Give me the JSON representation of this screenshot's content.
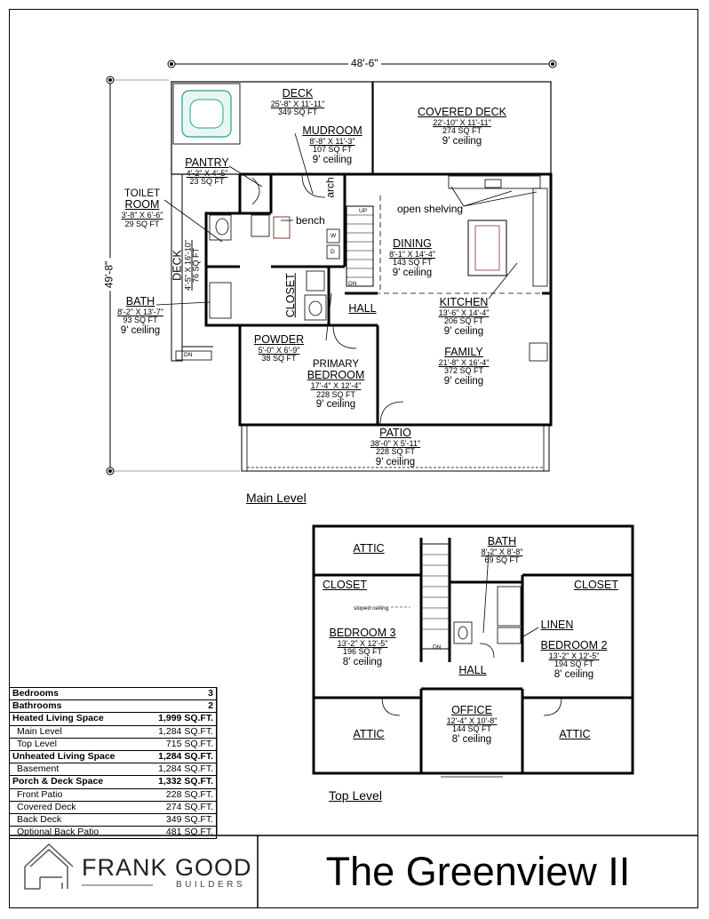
{
  "overall": {
    "width_dim": "48'-6\"",
    "depth_dim": "49'-8\""
  },
  "levels": {
    "main": "Main Level",
    "top": "Top Level"
  },
  "main_rooms": {
    "deck": {
      "name": "DECK",
      "dims": "25'-8\" X 11'-11\"",
      "area": "349 SQ FT"
    },
    "covered_deck": {
      "name": "COVERED DECK",
      "dims": "22'-10\" X 11'-11\"",
      "area": "274 SQ FT",
      "ceiling": "9' ceiling"
    },
    "mudroom": {
      "name": "MUDROOM",
      "dims": "8'-8\" X 11'-3\"",
      "area": "107 SQ FT",
      "ceiling": "9' ceiling"
    },
    "pantry": {
      "name": "PANTRY",
      "dims": "4'-2\" X 4'-5\"",
      "area": "23 SQ FT"
    },
    "toilet_room": {
      "name1": "TOILET",
      "name2": "ROOM",
      "dims": "3'-8\" X 6'-6\"",
      "area": "29 SQ FT"
    },
    "side_deck": {
      "name": "DECK",
      "dims": "4'-5\" X 16'-10\"",
      "area": "76 SQ FT"
    },
    "bath": {
      "name": "BATH",
      "dims": "8'-2\" X 13'-7\"",
      "area": "93 SQ FT",
      "ceiling": "9' ceiling"
    },
    "closet": {
      "name": "CLOSET"
    },
    "powder": {
      "name": "POWDER",
      "dims": "5'-0\" X 6'-9\"",
      "area": "38 SQ FT"
    },
    "primary_bedroom": {
      "name1": "PRIMARY",
      "name2": "BEDROOM",
      "dims": "17'-4\" X 12'-4\"",
      "area": "228 SQ FT",
      "ceiling": "9' ceiling"
    },
    "dining": {
      "name": "DINING",
      "dims": "8'-1\" X 14'-4\"",
      "area": "143 SQ FT",
      "ceiling": "9' ceiling"
    },
    "kitchen": {
      "name": "KITCHEN",
      "dims": "13'-6\" X 14'-4\"",
      "area": "206 SQ FT",
      "ceiling": "9' ceiling"
    },
    "family": {
      "name": "FAMILY",
      "dims": "21'-8\" X 16'-4\"",
      "area": "372 SQ FT",
      "ceiling": "9' ceiling"
    },
    "hall": {
      "name": "HALL"
    },
    "patio": {
      "name": "PATIO",
      "dims": "38'-0\" X 5'-11\"",
      "area": "228 SQ FT",
      "ceiling": "9' ceiling"
    }
  },
  "main_notes": {
    "bench": "bench",
    "arch": "arch",
    "open_shelving": "open shelving",
    "up": "UP",
    "dn": "DN",
    "w": "W",
    "d": "D"
  },
  "top_rooms": {
    "attic_top": {
      "name": "ATTIC"
    },
    "bath": {
      "name": "BATH",
      "dims": "8'-2\" X 8'-8\"",
      "area": "69 SQ FT"
    },
    "closet_left": {
      "name": "CLOSET"
    },
    "closet_right": {
      "name": "CLOSET"
    },
    "linen": {
      "name": "LINEN"
    },
    "bedroom3": {
      "name": "BEDROOM 3",
      "dims": "13'-2\" X 12'-5\"",
      "area": "196 SQ FT",
      "ceiling": "8' ceiling"
    },
    "bedroom2": {
      "name": "BEDROOM 2",
      "dims": "13'-2\" X 12'-5\"",
      "area": "194 SQ FT",
      "ceiling": "8' ceiling"
    },
    "hall": {
      "name": "HALL"
    },
    "office": {
      "name": "OFFICE",
      "dims": "12'-4\" X 10'-8\"",
      "area": "144 SQ FT",
      "ceiling": "8' ceiling"
    },
    "attic_bl": {
      "name": "ATTIC"
    },
    "attic_br": {
      "name": "ATTIC"
    }
  },
  "top_notes": {
    "sloped": "sloped ceiling",
    "dn": "DN"
  },
  "stats": [
    {
      "label": "Bedrooms",
      "value": "3",
      "style": "b"
    },
    {
      "label": "Bathrooms",
      "value": "2",
      "style": "b"
    },
    {
      "label": "Heated Living Space",
      "value": "1,999 SQ.FT.",
      "style": "b"
    },
    {
      "label": "Main Level",
      "value": "1,284 SQ.FT.",
      "style": "i"
    },
    {
      "label": "Top Level",
      "value": "715 SQ.FT.",
      "style": "i"
    },
    {
      "label": "Unheated Living Space",
      "value": "1,284 SQ.FT.",
      "style": "b"
    },
    {
      "label": "Basement",
      "value": "1,284 SQ.FT.",
      "style": "i"
    },
    {
      "label": "Porch & Deck Space",
      "value": "1,332 SQ.FT.",
      "style": "b"
    },
    {
      "label": "Front Patio",
      "value": "228 SQ.FT.",
      "style": "i"
    },
    {
      "label": "Covered Deck",
      "value": "274 SQ.FT.",
      "style": "i"
    },
    {
      "label": "Back Deck",
      "value": "349 SQ.FT.",
      "style": "i"
    },
    {
      "label": "Optional Back Patio",
      "value": "481 SQ.FT.",
      "style": "i"
    }
  ],
  "brand": {
    "name": "FRANK GOOD",
    "sub": "BUILDERS"
  },
  "plan_title": "The Greenview II"
}
